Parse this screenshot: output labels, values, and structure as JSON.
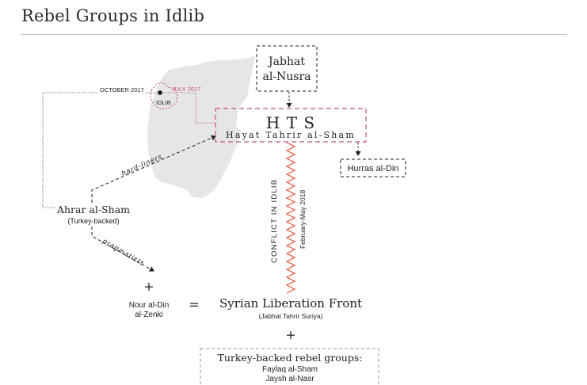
{
  "title": "Rebel Groups in Idlib",
  "map": {
    "idlib_label": "IDLIB",
    "october_label": "OCTOBER 2017",
    "july_label": "JULY 2017"
  },
  "nodes": {
    "jabhat": {
      "line1": "Jabhat",
      "line2": "al-Nusra"
    },
    "hts": {
      "abbr": "H T S",
      "full": "Hayat Tahrir al-Sham"
    },
    "hurras": {
      "label": "Hurras al-Din"
    },
    "ahrar": {
      "name": "Ahrar al-Sham",
      "sub": "(Turkey-backed)"
    },
    "nour": {
      "line1": "Nour al-Din",
      "line2": "al-Zenki"
    },
    "slf": {
      "name": "Syrian Liberation Front",
      "sub": "(Jabhat Tahrir Suriya)"
    },
    "turkey_groups": {
      "title": "Turkey-backed rebel groups:",
      "items": [
        "Faylaq al-Sham",
        "Jaysh al-Nasr"
      ]
    }
  },
  "edges": {
    "hardliners": "hard-liners",
    "pragmatists": "pragmatists"
  },
  "conflict": {
    "label": "CONFLICT IN IDLIB",
    "dates": "February-May 2018"
  },
  "symbols": {
    "plus": "+",
    "equals": "="
  },
  "colors": {
    "accent": "#c4526f",
    "conflict": "#e8533a",
    "map": "#e6e6e6"
  }
}
